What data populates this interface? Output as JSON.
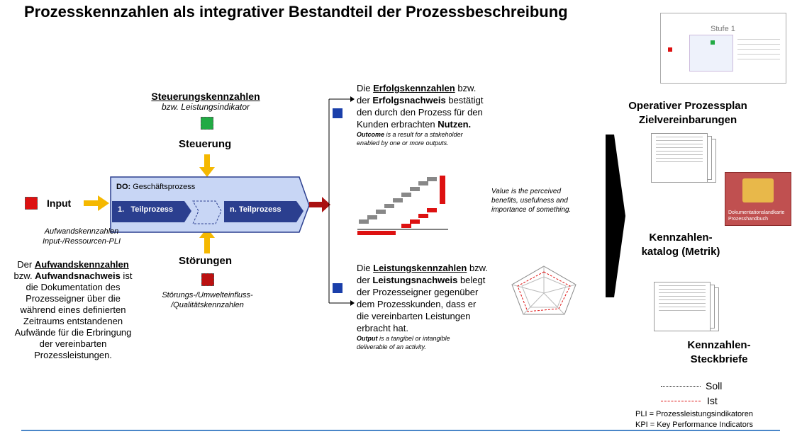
{
  "title": "Prozesskennzahlen als integrativer Bestandteil der Prozessbeschreibung",
  "thumbnail": {
    "label": "Stufe 1"
  },
  "steuerung": {
    "heading": "Steuerungskennzahlen",
    "sub": "bzw. Leistungsindikator",
    "label": "Steuerung"
  },
  "input": {
    "label": "Input",
    "caption_line1": "Aufwandskennzahlen",
    "caption_line2": "Input-/Ressourcen-PLI"
  },
  "process": {
    "do_prefix": "DO:",
    "do_label": "Geschäftsprozess",
    "teil1": "1.   Teilprozess",
    "teiln": "n. Teilprozess"
  },
  "stoerungen": {
    "label": "Störungen",
    "caption_line1": "Störungs-/Umwelteinfluss-",
    "caption_line2": "/Qualitätskennzahlen"
  },
  "aufwand": {
    "t1": "Der ",
    "t1b": "Aufwandskennzahlen",
    "t2": "bzw. ",
    "t2b": "Aufwandsnachweis",
    "t2c": " ist",
    "t3": "die Dokumentation des",
    "t4": "Prozesseigner über die",
    "t5": "während eines definierten",
    "t6": "Zeitraums entstandenen",
    "t7": "Aufwände für die Erbringung",
    "t8": "der vereinbarten",
    "t9": "Prozessleistungen."
  },
  "erfolg": {
    "a": "Die ",
    "ab": "Erfolgskennzahlen",
    "ac": " bzw.",
    "b": "der ",
    "bb": "Erfolgsnachweis",
    "bc": " bestätigt",
    "c": "den durch den Prozess für den",
    "d": "Kunden erbrachten ",
    "db": "Nutzen.",
    "outcome_b": "Outcome",
    "outcome": " is a result for a stakeholder",
    "outcome2": "enabled by one or more outputs."
  },
  "value_note": {
    "l1": "Value is the perceived",
    "l2": "benefits, usefulness and",
    "l3": "importance of something."
  },
  "leistung": {
    "a": "Die ",
    "ab": "Leistungskennzahlen",
    "ac": " bzw.",
    "b": "der ",
    "bb": "Leistungsnachweis",
    "bc": " belegt",
    "c": "der Prozesseigner gegenüber",
    "d": "dem Prozesskunden, dass er",
    "e": "die vereinbarten Leistungen",
    "f": "erbracht hat.",
    "output_b": "Output",
    "output": " is a tangibel or intangible",
    "output2": "deliverable of an activity."
  },
  "right": {
    "op1": "Operativer Prozessplan",
    "op2": "Zielvereinbarungen",
    "folder": "Dokumentationslandkarte Prozesshandbuch",
    "kat1": "Kennzahlen-",
    "kat2": "katalog (Metrik)",
    "steck1": "Kennzahlen-",
    "steck2": "Steckbriefe"
  },
  "legend": {
    "soll": "Soll",
    "ist": "Ist",
    "pli": "PLI = Prozessleistungsindikatoren",
    "kpi": "KPI = Key Performance Indicators"
  },
  "colors": {
    "green": "#22aa44",
    "red": "#dd1111",
    "darkred": "#bb1111",
    "orange": "#f5b800",
    "blue": "#1a3faa",
    "process_fill": "#c8d6f5",
    "process_border": "#2b3f8f"
  }
}
